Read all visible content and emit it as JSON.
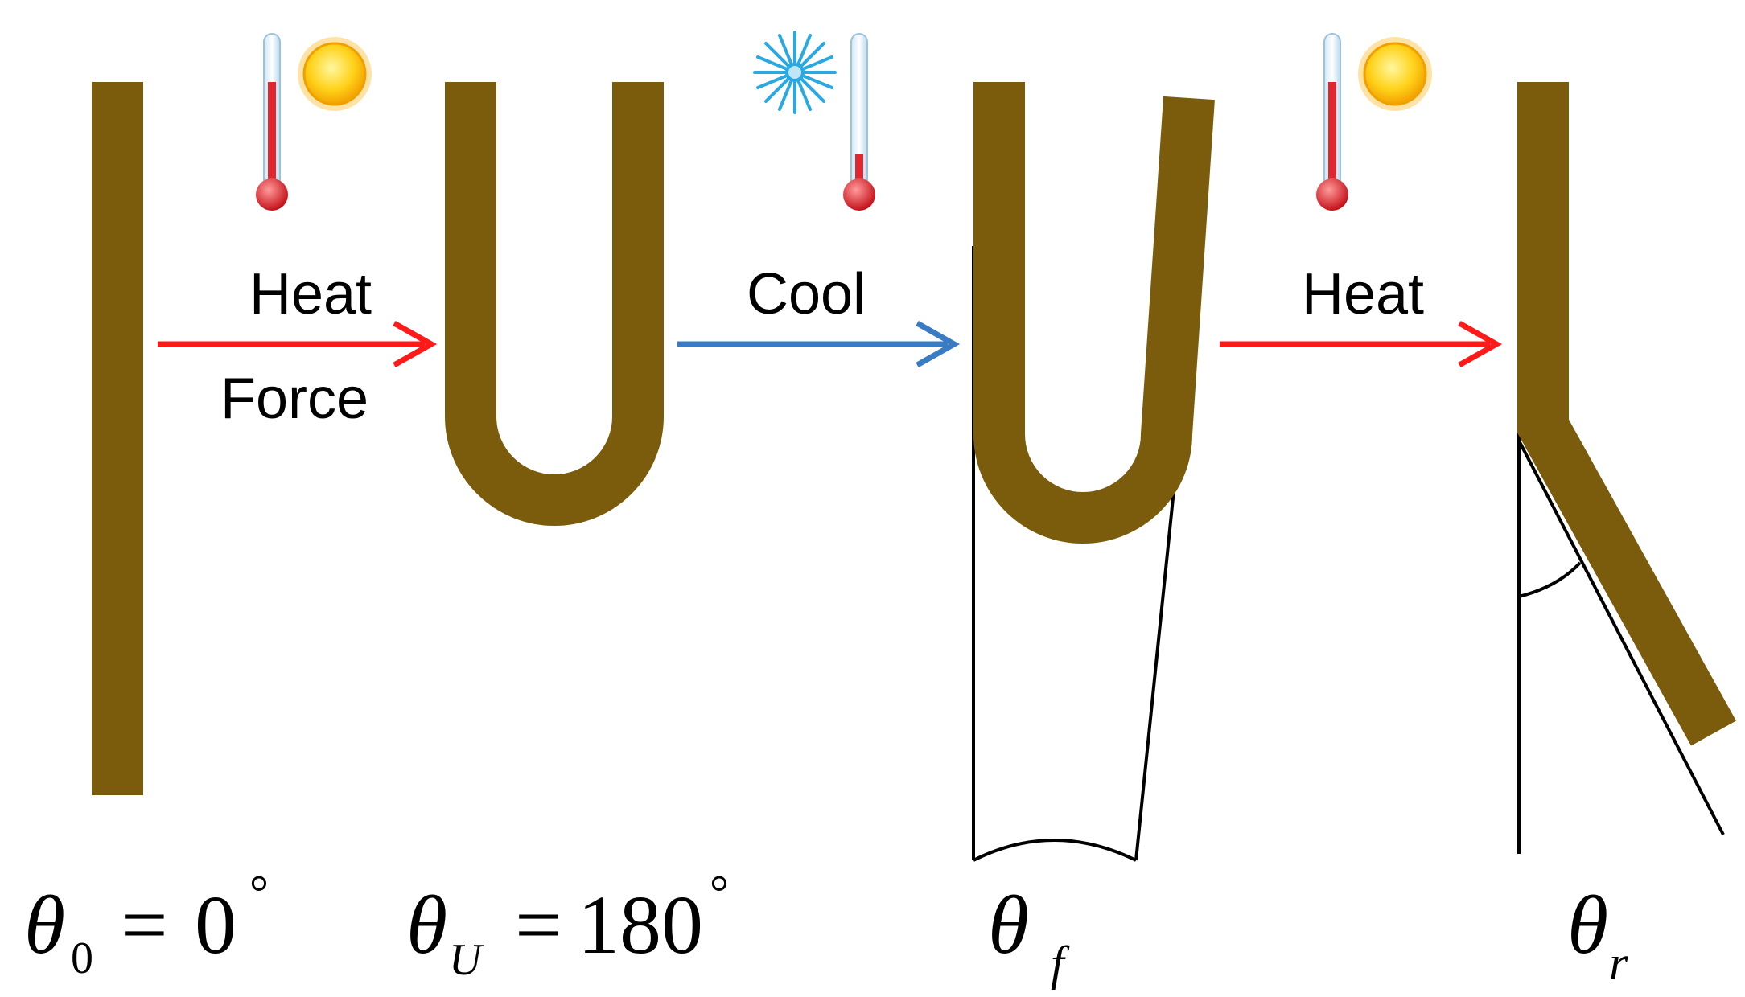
{
  "colors": {
    "rod": "#7a5c0c",
    "heat_arrow": "#ff1a1a",
    "cool_arrow": "#3a7cc4",
    "outline": "#000000",
    "sun": "#ffcc00",
    "snowflake": "#2aa8e0",
    "thermo_red": "#e0262e",
    "thermo_blue": "#8fc8ea"
  },
  "steps": {
    "step1": {
      "label_top": "Heat",
      "label_bottom": "Force",
      "arrow_color": "heat",
      "icon": "thermometer-sun-icon"
    },
    "step2": {
      "label_top": "Cool",
      "arrow_color": "cool",
      "icon": "thermometer-snowflake-icon"
    },
    "step3": {
      "label_top": "Heat",
      "arrow_color": "heat",
      "icon": "thermometer-sun-icon"
    }
  },
  "states": {
    "initial": {
      "symbol": "θ",
      "sub": "0",
      "eq": "=",
      "value": "0",
      "deg": "°"
    },
    "u_shape": {
      "symbol": "θ",
      "sub": "U",
      "eq": "=",
      "value": "180",
      "deg": "°"
    },
    "fixed": {
      "symbol": "θ",
      "sub": "f"
    },
    "recovered": {
      "symbol": "θ",
      "sub": "r"
    }
  }
}
